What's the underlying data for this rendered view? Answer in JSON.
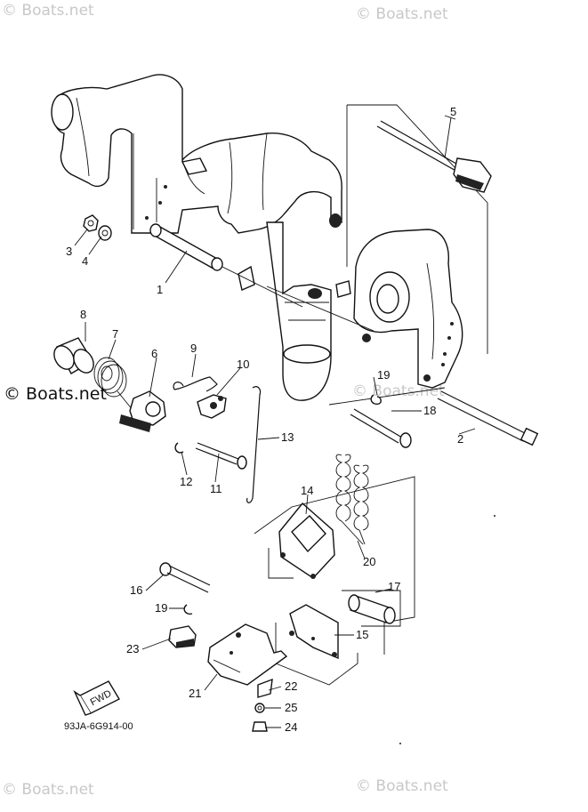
{
  "watermarks": {
    "top_left": "© Boats.net",
    "top_right": "© Boats.net",
    "middle_left": "© Boats.net",
    "middle_right": "© Boats.net",
    "bottom_left": "© Boats.net",
    "bottom_right": "© Boats.net"
  },
  "diagram_code": "93JA-6G914-00",
  "fwd_label": "FWD",
  "callouts": {
    "c1": "1",
    "c2": "2",
    "c3": "3",
    "c4": "4",
    "c5": "5",
    "c6": "6",
    "c7": "7",
    "c8": "8",
    "c9": "9",
    "c10": "10",
    "c11": "11",
    "c12": "12",
    "c13": "13",
    "c14": "14",
    "c15": "15",
    "c16": "16",
    "c17": "17",
    "c18": "18",
    "c19a": "19",
    "c19b": "19",
    "c20": "20",
    "c21": "21",
    "c22": "22",
    "c23": "23",
    "c24": "24",
    "c25": "25"
  }
}
